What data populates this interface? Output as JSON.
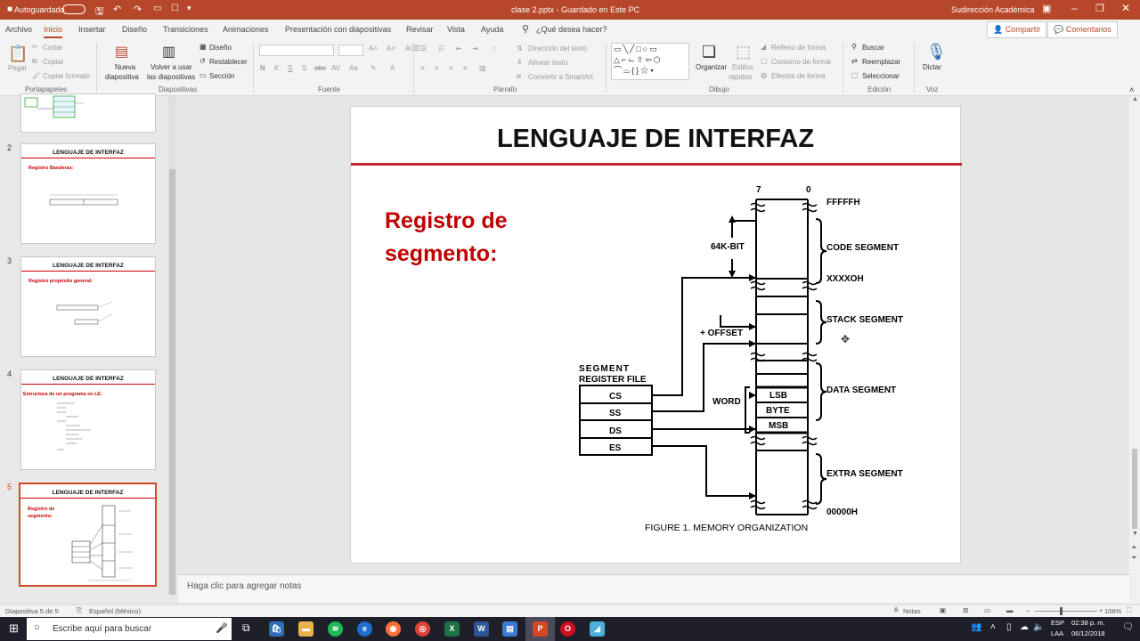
{
  "titlebar": {
    "autosave_label": "Autoguardado",
    "autosave_state": "Desactivado",
    "doc_title": "clase 2.pptx  -  Guardado en Este PC",
    "account": "Sudirección Académica",
    "brand_color": "#b7472a"
  },
  "menu": {
    "tabs": [
      "Archivo",
      "Inicio",
      "Insertar",
      "Diseño",
      "Transiciones",
      "Animaciones",
      "Presentación con diapositivas",
      "Revisar",
      "Vista",
      "Ayuda"
    ],
    "active_tab": "Inicio",
    "search_placeholder": "¿Qué desea hacer?",
    "share": "Compartir",
    "comments": "Comentarios"
  },
  "ribbon": {
    "clipboard": {
      "paste": "Pegar",
      "cut": "Cortar",
      "copy": "Copiar",
      "format_painter": "Copiar formato",
      "group": "Portapapeles"
    },
    "slides": {
      "new_slide_1": "Nueva",
      "new_slide_2": "diapositiva",
      "reuse_1": "Volver a usar",
      "reuse_2": "las diapositivas",
      "layout": "Diseño",
      "reset": "Restablecer",
      "section": "Sección",
      "group": "Diapositivas"
    },
    "font": {
      "group": "Fuente"
    },
    "paragraph": {
      "text_direction": "Dirección del texto",
      "align_text": "Alinear texto",
      "smartart": "Convertir a SmartArt",
      "group": "Párrafo"
    },
    "drawing": {
      "arrange": "Organizar",
      "quick_styles_1": "Estilos",
      "quick_styles_2": "rápidos",
      "shape_fill": "Relleno de forma",
      "shape_outline": "Contorno de forma",
      "shape_effects": "Efectos de forma",
      "group": "Dibujo"
    },
    "editing": {
      "find": "Buscar",
      "replace": "Reemplazar",
      "select": "Seleccionar",
      "group": "Edición"
    },
    "voice": {
      "dictate": "Dictar",
      "group": "Voz"
    }
  },
  "thumbnails": [
    {
      "num": "2",
      "title": "LENGUAJE DE INTERFAZ",
      "subtitle": "Registro Banderas:"
    },
    {
      "num": "3",
      "title": "LENGUAJE DE INTERFAZ",
      "subtitle": "Registro propósito general:"
    },
    {
      "num": "4",
      "title": "LENGUAJE DE INTERFAZ",
      "subtitle": "Estructura de un programa en LE:"
    },
    {
      "num": "5",
      "title": "LENGUAJE DE INTERFAZ",
      "subtitle": "Registro de segmento:"
    }
  ],
  "selected_slide": "5",
  "slide": {
    "title": "LENGUAJE DE INTERFAZ",
    "heading_line1": "Registro de",
    "heading_line2": "segmento:",
    "diagram": {
      "bit_high": "7",
      "bit_low": "0",
      "addr_top": "FFFFFH",
      "addr_mid": "XXXXOH",
      "addr_bottom": "00000H",
      "size_label": "64K-BIT",
      "offset_label": "+ OFFSET",
      "word_label": "WORD",
      "lsb": "LSB",
      "byte": "BYTE",
      "msb": "MSB",
      "code_segment": "CODE SEGMENT",
      "stack_segment": "STACK SEGMENT",
      "data_segment": "DATA SEGMENT",
      "extra_segment": "EXTRA SEGMENT",
      "file_title_1": "SEGMENT",
      "file_title_2": "REGISTER FILE",
      "registers": [
        "CS",
        "SS",
        "DS",
        "ES"
      ],
      "caption": "FIGURE 1.  MEMORY ORGANIZATION"
    }
  },
  "notes_placeholder": "Haga clic para agregar notas",
  "status": {
    "slide_count": "Diapositiva 5 de 5",
    "language": "Español (México)",
    "notes": "Notas",
    "zoom": "108%"
  },
  "taskbar": {
    "search_placeholder": "Escribe aquí para buscar",
    "lang_1": "ESP",
    "lang_2": "LAA",
    "time": "02:38 p. m.",
    "date": "06/12/2018"
  }
}
